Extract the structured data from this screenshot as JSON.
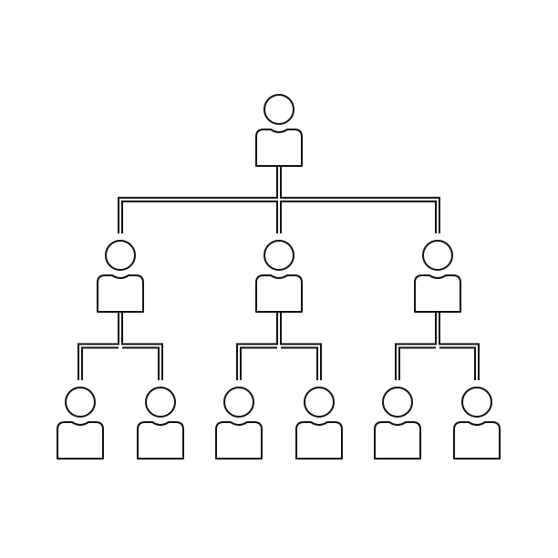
{
  "diagram": {
    "type": "org-chart",
    "levels": 3,
    "stroke_color": "#111111",
    "background_color": "#ffffff",
    "nodes": [
      {
        "id": "root",
        "icon": "person-icon",
        "level": 0
      },
      {
        "id": "manager-1",
        "icon": "person-icon",
        "level": 1,
        "parent": "root"
      },
      {
        "id": "manager-2",
        "icon": "person-icon",
        "level": 1,
        "parent": "root"
      },
      {
        "id": "manager-3",
        "icon": "person-icon",
        "level": 1,
        "parent": "root"
      },
      {
        "id": "staff-1",
        "icon": "person-icon",
        "level": 2,
        "parent": "manager-1"
      },
      {
        "id": "staff-2",
        "icon": "person-icon",
        "level": 2,
        "parent": "manager-1"
      },
      {
        "id": "staff-3",
        "icon": "person-icon",
        "level": 2,
        "parent": "manager-2"
      },
      {
        "id": "staff-4",
        "icon": "person-icon",
        "level": 2,
        "parent": "manager-2"
      },
      {
        "id": "staff-5",
        "icon": "person-icon",
        "level": 2,
        "parent": "manager-3"
      },
      {
        "id": "staff-6",
        "icon": "person-icon",
        "level": 2,
        "parent": "manager-3"
      }
    ]
  }
}
